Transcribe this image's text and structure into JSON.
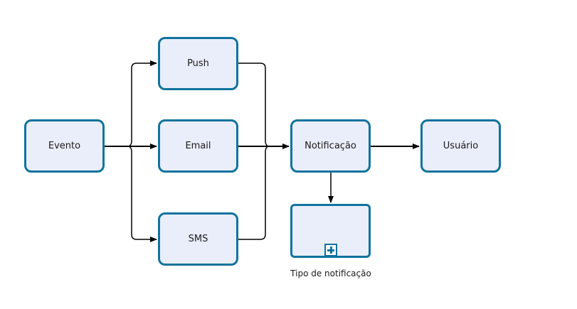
{
  "nodes": {
    "evento": "Evento",
    "push": "Push",
    "email": "Email",
    "sms": "SMS",
    "notificacao": "Notificação",
    "usuario": "Usuário"
  },
  "subprocess": {
    "caption": "Tipo de notificação",
    "marker_icon": "plus-icon"
  },
  "colors": {
    "node_fill": "#eaeefb",
    "node_border": "#10739e",
    "edge": "#000000"
  }
}
